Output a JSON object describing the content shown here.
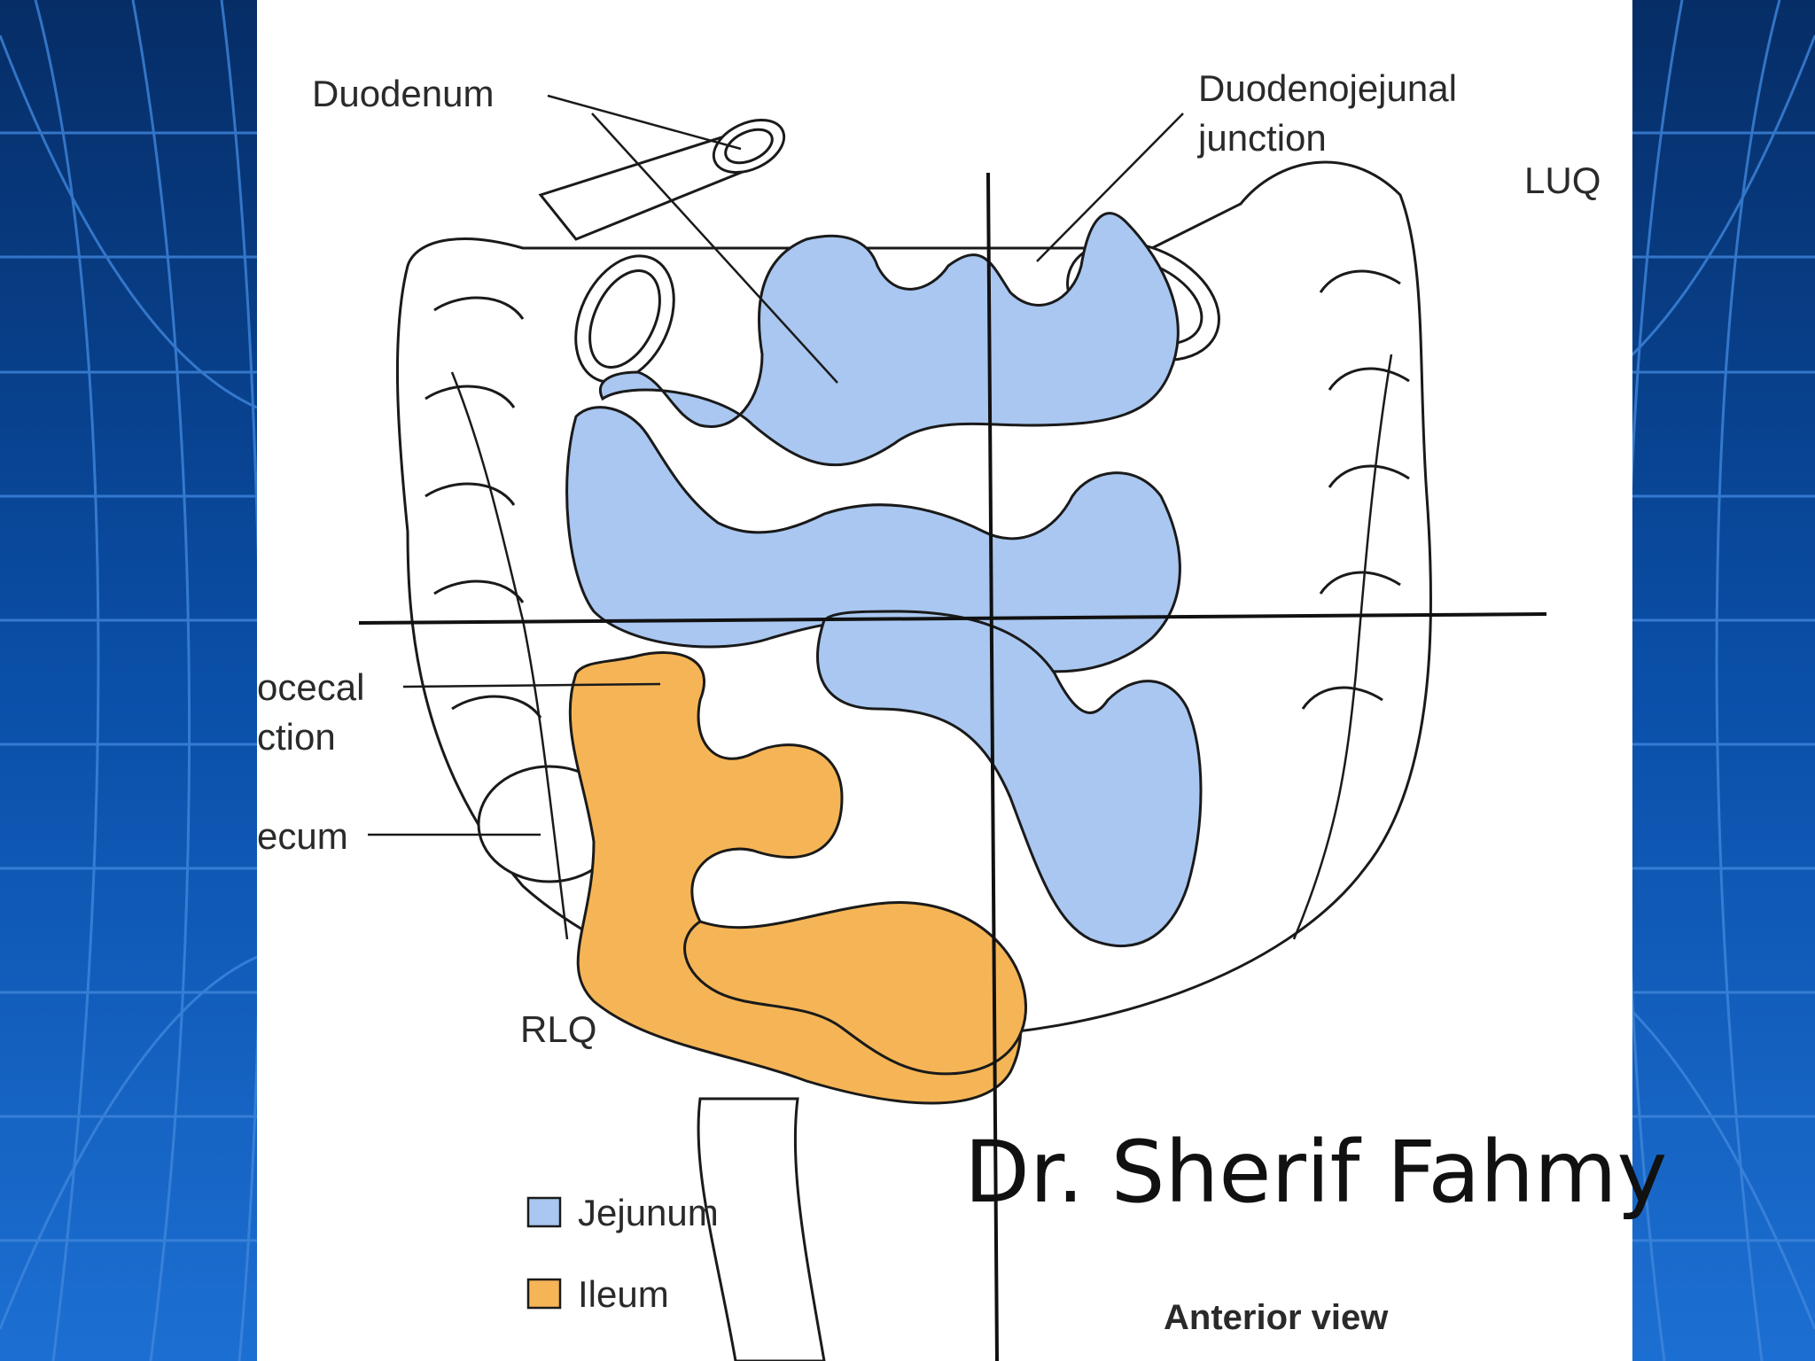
{
  "colors": {
    "slide_background": "#0a4fa8",
    "grid_lines": "#3f86dc",
    "jejunum_fill": "#a9c7f0",
    "ileum_fill": "#f5b556",
    "outline": "#1a1a1a"
  },
  "figure": {
    "labels": {
      "duodenum": "Duodenum",
      "dj_junction_line1": "Duodenojejunal",
      "dj_junction_line2": "junction",
      "luq": "LUQ",
      "ileocecal_line1": "ocecal",
      "ileocecal_line2": "ction",
      "cecum": "ecum",
      "rlq": "RLQ",
      "view": "Anterior view"
    },
    "legend": [
      {
        "label": "Jejunum",
        "color": "#a9c7f0"
      },
      {
        "label": "Ileum",
        "color": "#f5b556"
      }
    ]
  },
  "credit": "Dr. Sherif Fahmy"
}
